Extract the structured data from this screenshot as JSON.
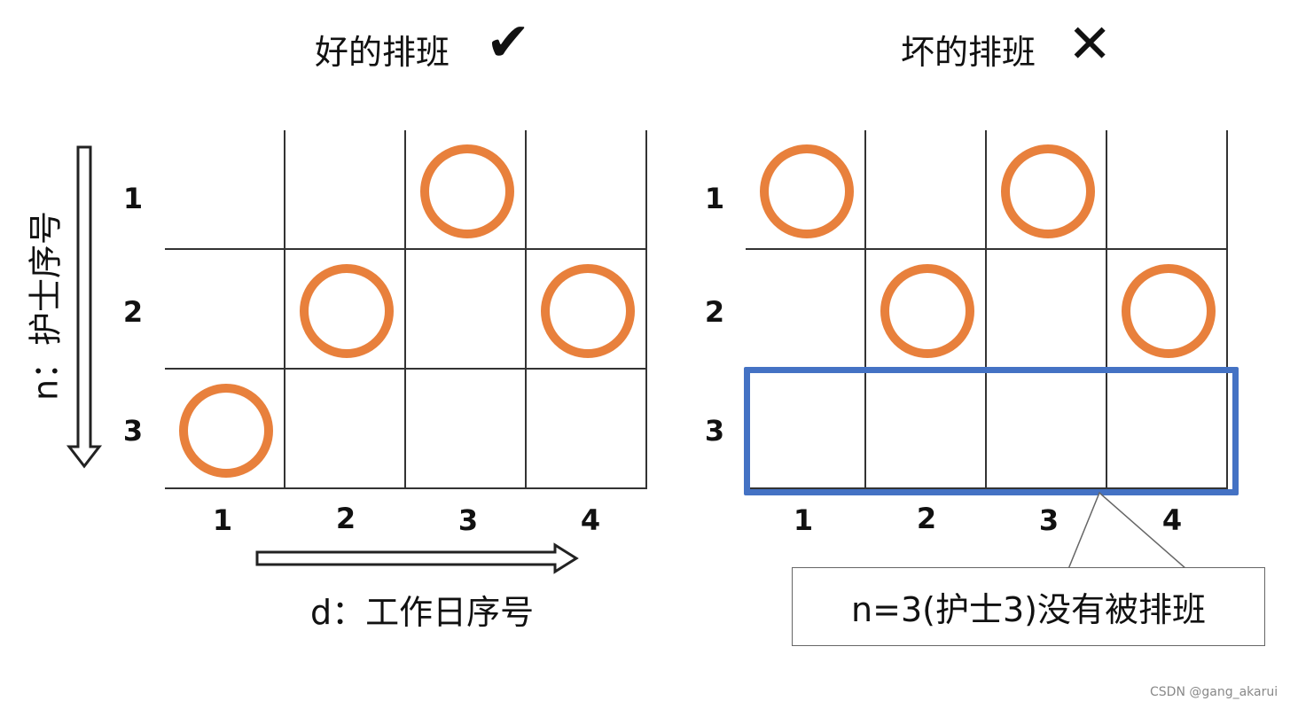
{
  "good": {
    "title": "好的排班",
    "mark": "✔",
    "rows": [
      "1",
      "2",
      "3"
    ],
    "cols": [
      "1",
      "2",
      "3",
      "4"
    ],
    "assignments": [
      [
        0,
        0,
        1,
        0
      ],
      [
        0,
        1,
        0,
        1
      ],
      [
        1,
        0,
        0,
        0
      ]
    ]
  },
  "bad": {
    "title": "坏的排班",
    "mark": "✕",
    "rows": [
      "1",
      "2",
      "3"
    ],
    "cols": [
      "1",
      "2",
      "3",
      "4"
    ],
    "assignments": [
      [
        1,
        0,
        1,
        0
      ],
      [
        0,
        1,
        0,
        1
      ],
      [
        0,
        0,
        0,
        0
      ]
    ],
    "highlight_row": 3,
    "callout": "n=3(护士3)没有被排班"
  },
  "axes": {
    "n_label": "n：护士序号",
    "d_label": "d：工作日序号"
  },
  "colors": {
    "circle": "#e8803c",
    "highlight": "#4472c4"
  },
  "watermark": "CSDN @gang_akarui"
}
